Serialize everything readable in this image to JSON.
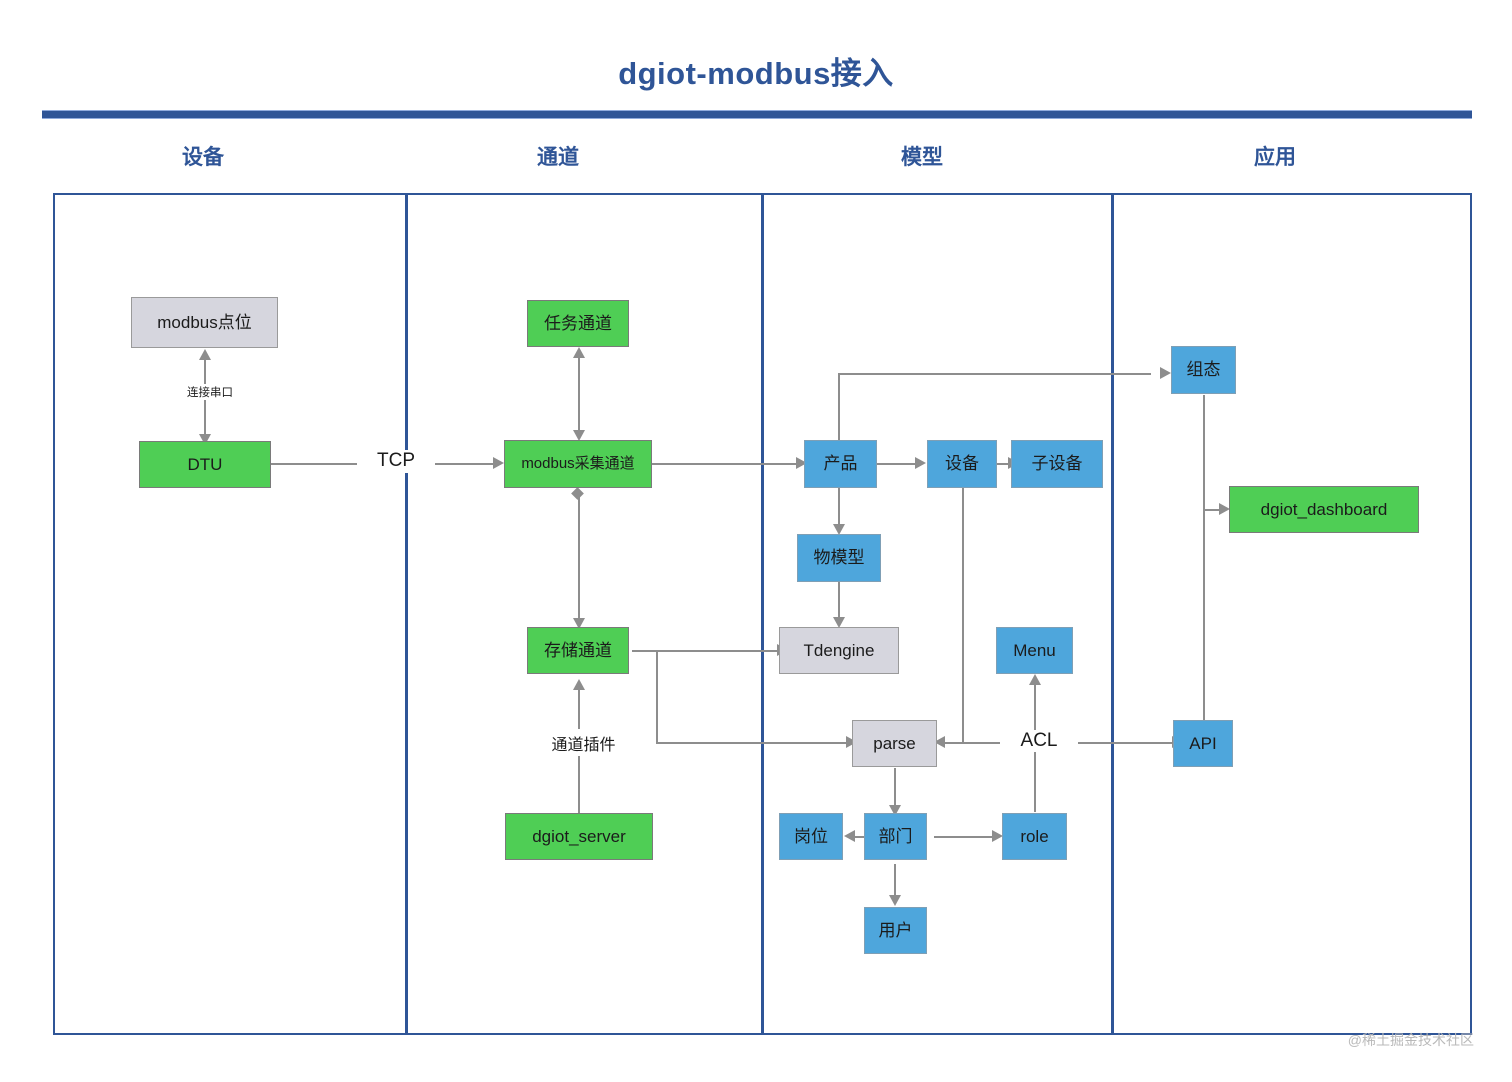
{
  "title": "dgiot-modbus接入",
  "watermark": "@稀土掘金技术社区",
  "colors": {
    "title_blue": "#2F5597",
    "node_blue": "#4EA6DC",
    "node_green": "#4FCE55",
    "node_grey": "#D6D6DE",
    "connector_grey": "#8D8D8D"
  },
  "columns": [
    {
      "id": "device",
      "label": "设备"
    },
    {
      "id": "channel",
      "label": "通道"
    },
    {
      "id": "model",
      "label": "模型"
    },
    {
      "id": "app",
      "label": "应用"
    }
  ],
  "nodes": {
    "modbus_point": {
      "label": "modbus点位",
      "color": "grey",
      "column": "device"
    },
    "dtu": {
      "label": "DTU",
      "color": "green",
      "column": "device"
    },
    "task_channel": {
      "label": "任务通道",
      "color": "green",
      "column": "channel"
    },
    "collect_channel": {
      "label": "modbus采集通道",
      "color": "green",
      "column": "channel"
    },
    "store_channel": {
      "label": "存储通道",
      "color": "green",
      "column": "channel"
    },
    "dgiot_server": {
      "label": "dgiot_server",
      "color": "green",
      "column": "channel"
    },
    "product": {
      "label": "产品",
      "color": "blue",
      "column": "model"
    },
    "device": {
      "label": "设备",
      "color": "blue",
      "column": "model"
    },
    "sub_device": {
      "label": "子设备",
      "color": "blue",
      "column": "model"
    },
    "thing_model": {
      "label": "物模型",
      "color": "blue",
      "column": "model"
    },
    "tdengine": {
      "label": "Tdengine",
      "color": "grey",
      "column": "model"
    },
    "menu": {
      "label": "Menu",
      "color": "blue",
      "column": "model"
    },
    "parse": {
      "label": "parse",
      "color": "grey",
      "column": "model"
    },
    "post": {
      "label": "岗位",
      "color": "blue",
      "column": "model"
    },
    "department": {
      "label": "部门",
      "color": "blue",
      "column": "model"
    },
    "role": {
      "label": "role",
      "color": "blue",
      "column": "model"
    },
    "user": {
      "label": "用户",
      "color": "blue",
      "column": "model"
    },
    "config": {
      "label": "组态",
      "color": "blue",
      "column": "app"
    },
    "dashboard": {
      "label": "dgiot_dashboard",
      "color": "green",
      "column": "app"
    },
    "api": {
      "label": "API",
      "color": "blue",
      "column": "app"
    }
  },
  "edge_labels": {
    "serial": "连接串口",
    "tcp": "TCP",
    "plugin": "通道插件",
    "acl": "ACL"
  }
}
